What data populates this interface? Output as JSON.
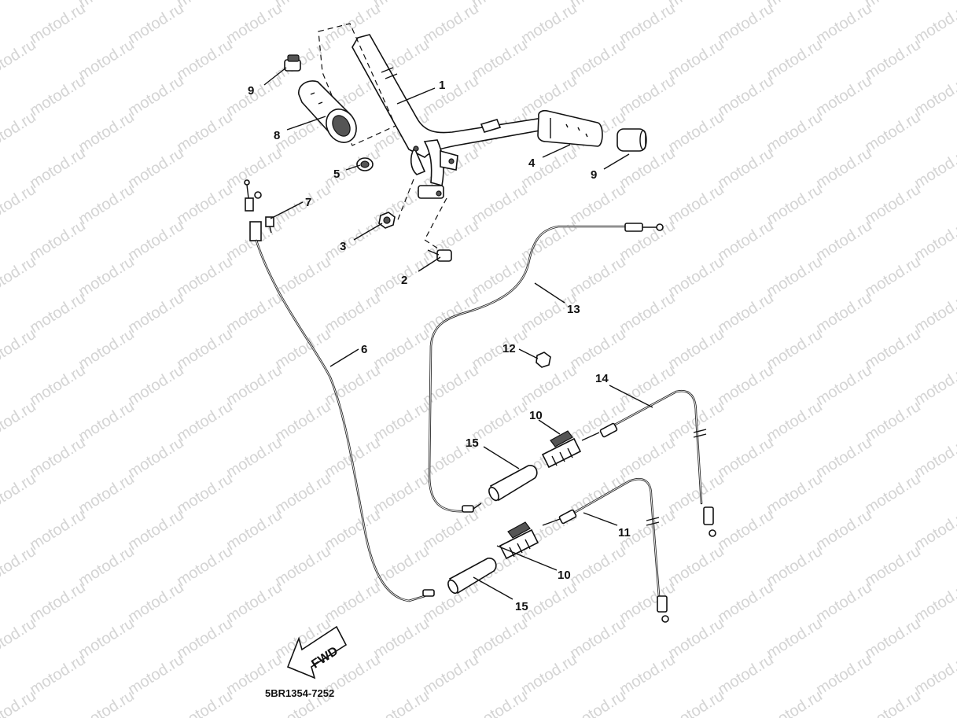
{
  "watermark": "motod.ru",
  "diagram_code": "5BR1354-7252",
  "fwd_label": "FWD",
  "callouts": {
    "c1": "1",
    "c2": "2",
    "c3": "3",
    "c4": "4",
    "c5": "5",
    "c6": "6",
    "c7": "7",
    "c8": "8",
    "c9a": "9",
    "c9b": "9",
    "c10a": "10",
    "c10b": "10",
    "c11": "11",
    "c12": "12",
    "c13": "13",
    "c14": "14",
    "c15a": "15",
    "c15b": "15"
  }
}
